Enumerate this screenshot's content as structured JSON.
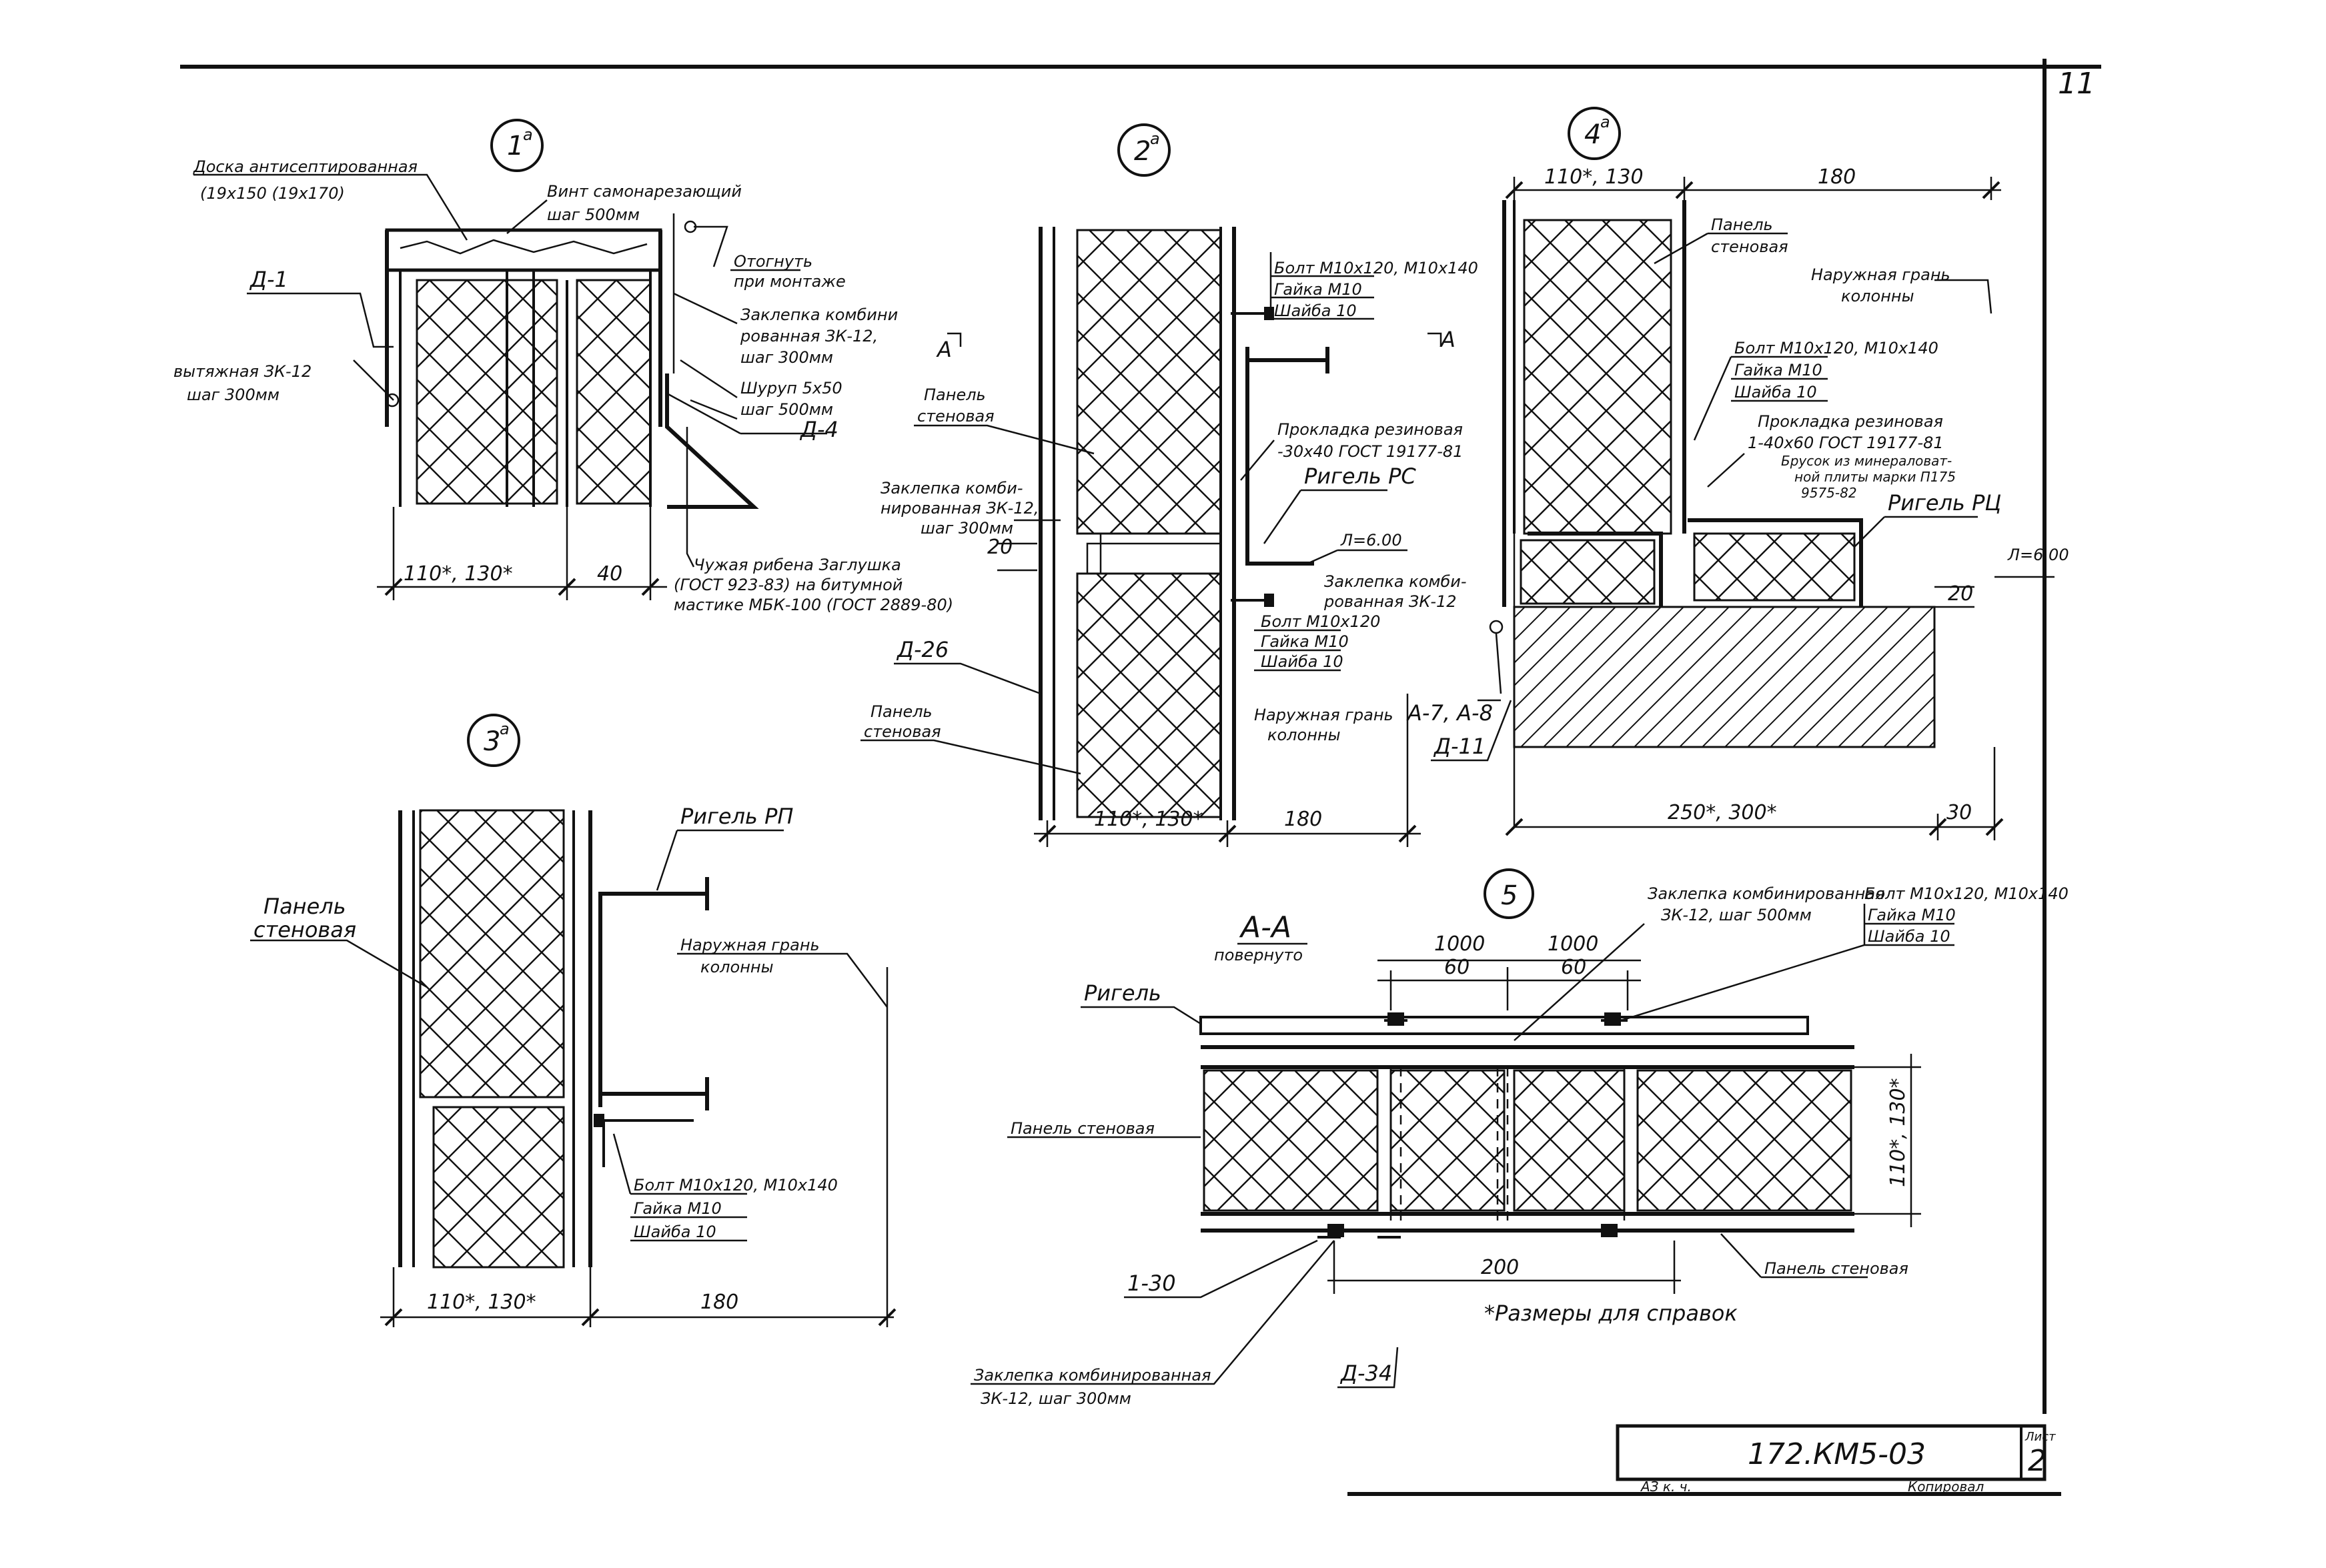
{
  "sheet": {
    "page_number": "11",
    "doc_code": "172.КМ5-03",
    "sheet_label": "Лист",
    "sheet_number": "2",
    "footnote": "*Размеры для справок",
    "signature_left": "АЗ к. ч.",
    "signature_right": "Копировал"
  },
  "detail1": {
    "marker": "1",
    "marker_sup": "а",
    "board_label": "Доска антисептированная",
    "board_size": "(19x150 (19x170)",
    "screw_label": "Винт самонарезающий",
    "screw_step": "шаг 500мм",
    "bend_label": "Отогнуть",
    "bend_note": "при монтаже",
    "rivet_label": "Заклепка комбини",
    "rivet_label2": "рованная ЗК-12,",
    "rivet_step": "шаг 300мм",
    "angle_label": "Шуруп 5x50",
    "angle_step": "шаг 500мм",
    "left_rivet": "вытяжная ЗК-12",
    "left_step": "шаг 300мм",
    "ref_left": "Д-1",
    "ref_right": "Д-4",
    "gasket": "Чужая рибена Заглушка",
    "gasket2": "(ГОСТ 923-83) на битумной",
    "gasket3": "мастике МБК-100 (ГОСТ 2889-80)",
    "dim_width": "110*, 130*",
    "dim_gap": "40"
  },
  "detail2": {
    "marker": "2",
    "marker_sup": "а",
    "bolt": "Болт М10х120, М10х140",
    "nut": "Гайка М10",
    "washer": "Шайба 10",
    "section_left": "А",
    "section_right": "А",
    "panel": "Панель",
    "panel2": "стеновая",
    "gasket": "Прокладка резиновая",
    "gasket2": "-30х40 ГОСТ 19177-81",
    "rivet": "Заклепка комби-",
    "rivet2": "нированная ЗК-12,",
    "rivet3": "шаг 300мм",
    "girder": "Ригель РС",
    "level": "Л=6.00",
    "rivet_b": "Заклепка комби-",
    "rivet_b2": "рованная ЗК-12",
    "bolt_b": "Болт М10х120",
    "nut_b": "Гайка М10",
    "washer_b": "Шайба 10",
    "ref": "Д-26",
    "panel_b": "Панель",
    "panel_b2": "стеновая",
    "face": "Наружная грань",
    "face2": "колонны",
    "gap_20": "20",
    "dim_width": "110*, 130*",
    "dim_180": "180"
  },
  "detail3": {
    "marker": "3",
    "marker_sup": "а",
    "girder": "Ригель РП",
    "panel": "Панель",
    "panel2": "стеновая",
    "face": "Наружная грань",
    "face2": "колонны",
    "bolt": "Болт М10х120, М10х140",
    "nut": "Гайка М10",
    "washer": "Шайба 10",
    "dim_width": "110*, 130*",
    "dim_180": "180"
  },
  "detail4": {
    "marker": "4",
    "marker_sup": "а",
    "dim_top": "110*, 130",
    "dim_180": "180",
    "panel": "Панель",
    "panel2": "стеновая",
    "face": "Наружная грань",
    "face2": "колонны",
    "bolt": "Болт М10х120, М10х140",
    "nut": "Гайка М10",
    "washer": "Шайба 10",
    "gasket": "Прокладка резиновая",
    "gasket2": "1-40х60 ГОСТ 19177-81",
    "gasket3": "Брусок из минераловат-",
    "gasket4": "ной плиты марки П175",
    "gasket5": "9575-82",
    "girder": "Ригель РЦ",
    "level": "Л=6.00",
    "dim_20": "20",
    "refs": "А-7, А-8",
    "ref_d11": "Д-11",
    "dim_bottom": "250*, 300*",
    "dim_30": "30"
  },
  "detail5": {
    "marker": "5",
    "title": "А-А",
    "subtitle": "повернуто",
    "rivet": "Заклепка комбинированная",
    "rivet2": "ЗК-12, шаг 500мм",
    "bolt": "Болт М10х120, М10х140",
    "nut": "Гайка М10",
    "washer": "Шайба 10",
    "girder": "Ригель",
    "panel": "Панель стеновая",
    "panel_b": "Панель стеновая",
    "dim_1000a": "1000",
    "dim_1000b": "1000",
    "dim_60a": "60",
    "dim_60b": "60",
    "dim_side": "110*, 130*",
    "dim_200": "200",
    "ref_130": "1-30",
    "ref_d34": "Д-34",
    "rivet_b": "Заклепка комбинированная",
    "rivet_b2": "ЗК-12, шаг 300мм"
  }
}
